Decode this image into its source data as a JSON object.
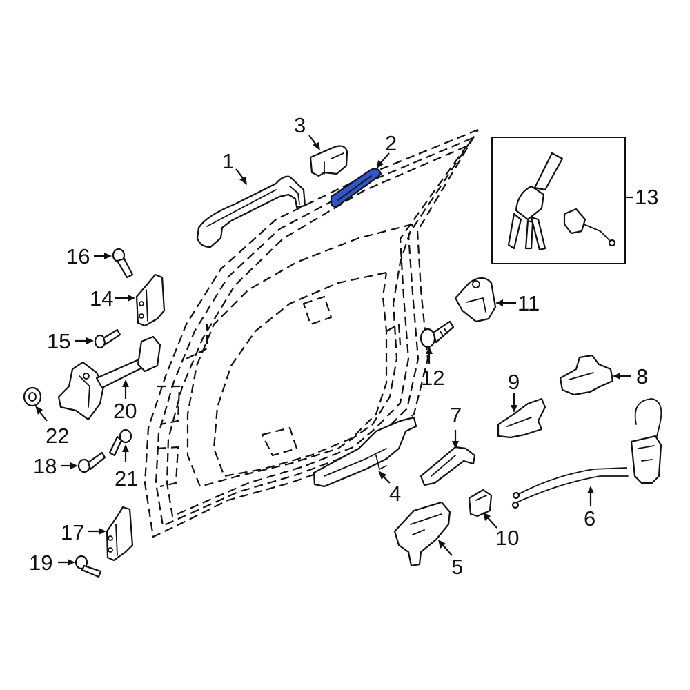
{
  "callouts": [
    {
      "id": "1",
      "text": "1"
    },
    {
      "id": "2",
      "text": "2"
    },
    {
      "id": "3",
      "text": "3"
    },
    {
      "id": "4",
      "text": "4"
    },
    {
      "id": "5",
      "text": "5"
    },
    {
      "id": "6",
      "text": "6"
    },
    {
      "id": "7",
      "text": "7"
    },
    {
      "id": "8",
      "text": "8"
    },
    {
      "id": "9",
      "text": "9"
    },
    {
      "id": "10",
      "text": "10"
    },
    {
      "id": "11",
      "text": "11"
    },
    {
      "id": "12",
      "text": "12"
    },
    {
      "id": "13",
      "text": "13"
    },
    {
      "id": "14",
      "text": "14"
    },
    {
      "id": "15",
      "text": "15"
    },
    {
      "id": "16",
      "text": "16"
    },
    {
      "id": "17",
      "text": "17"
    },
    {
      "id": "18",
      "text": "18"
    },
    {
      "id": "19",
      "text": "19"
    },
    {
      "id": "20",
      "text": "20"
    },
    {
      "id": "21",
      "text": "21"
    },
    {
      "id": "22",
      "text": "22"
    }
  ],
  "highlighted_part": "2",
  "colors": {
    "highlight": "#2f55c8",
    "line": "#111111",
    "background": "#ffffff"
  }
}
